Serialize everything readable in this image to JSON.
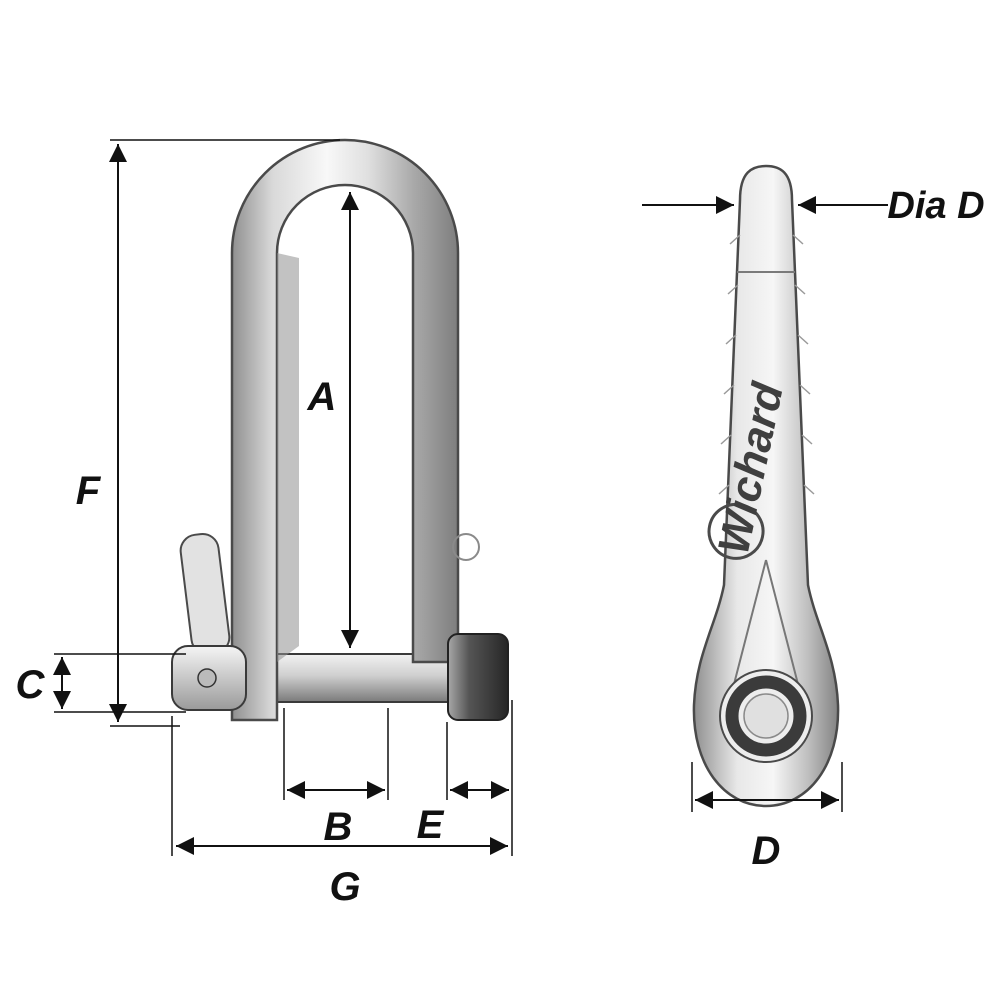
{
  "diagram": {
    "front_view": {
      "labels": {
        "A": "A",
        "B": "B",
        "C": "C",
        "E": "E",
        "F": "F",
        "G": "G"
      }
    },
    "side_view": {
      "labels": {
        "dia_d": "Dia D",
        "d": "D"
      },
      "brand_mark": "Wichard"
    },
    "colors": {
      "line": "#111111",
      "label": "#111111",
      "metal_light": "#f8f8f8",
      "metal_mid": "#c2c2c2",
      "metal_dark": "#7e7e7e",
      "background": "#ffffff"
    }
  }
}
